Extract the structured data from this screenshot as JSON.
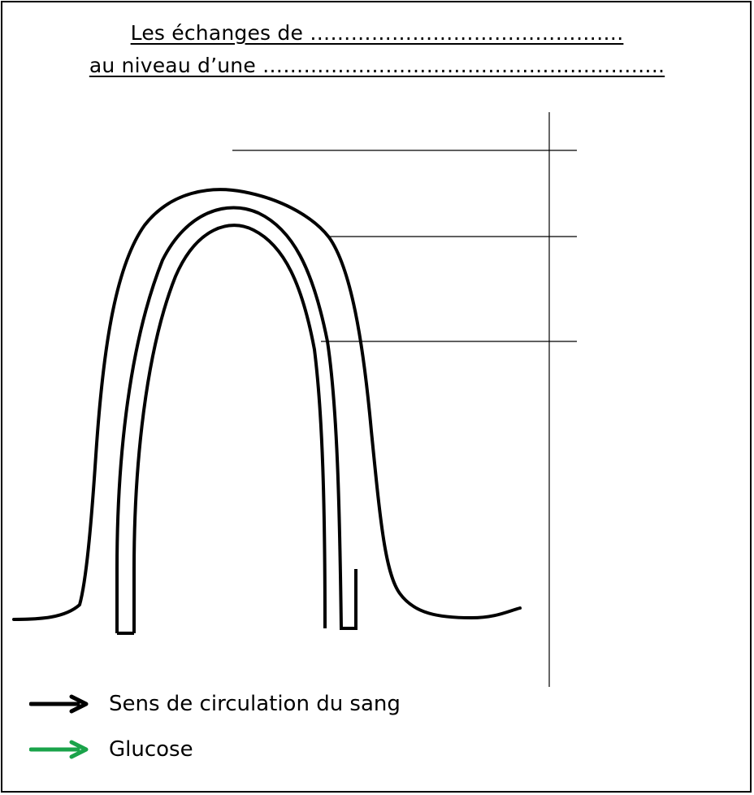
{
  "title": {
    "line1": "Les échanges de ……………………………………….",
    "line2": "au niveau d’une ………………………………………………….."
  },
  "legend": [
    {
      "label": "Sens de circulation du sang",
      "color": "#000000",
      "icon": "black-arrow-icon"
    },
    {
      "label": "Glucose",
      "color": "#1aa34a",
      "icon": "green-arrow-icon"
    }
  ]
}
